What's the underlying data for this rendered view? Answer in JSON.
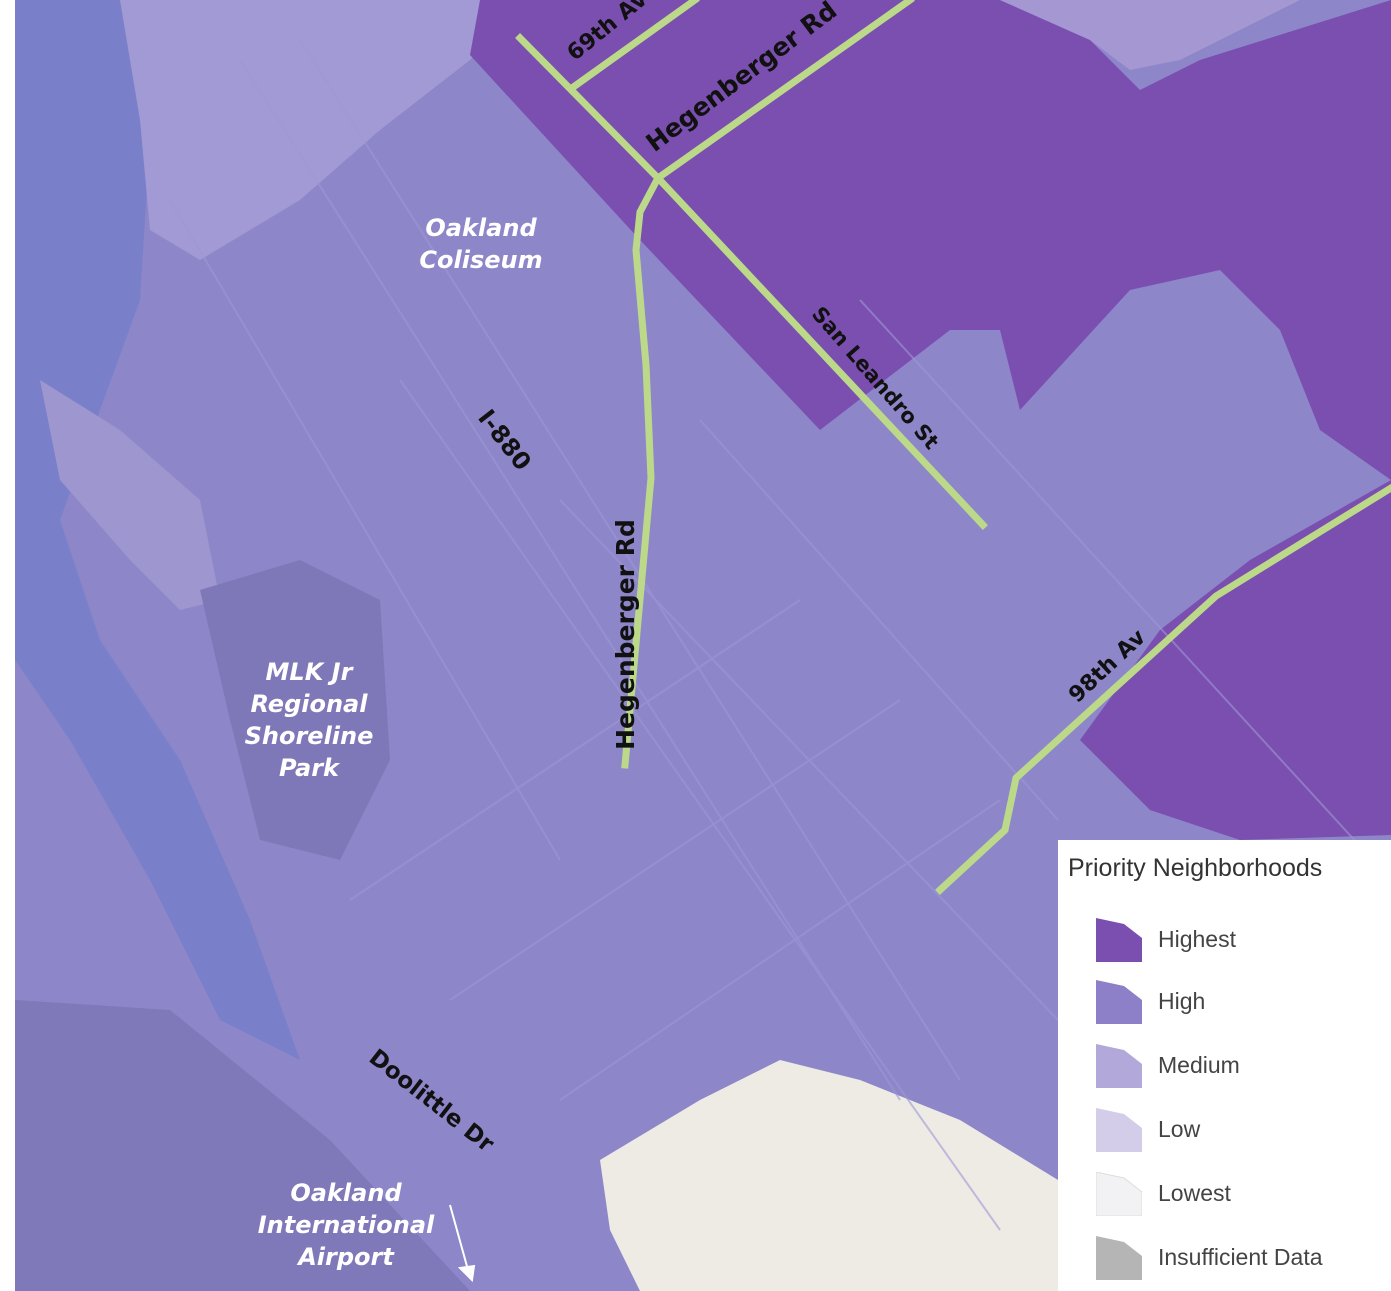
{
  "map": {
    "roads": {
      "av69": "69th Av",
      "hegenberger_north": "Hegenberger Rd",
      "hegenberger_south": "Hegenberger Rd",
      "san_leandro": "San Leandro St",
      "i880": "I-880",
      "av98": "98th Av",
      "doolittle": "Doolittle Dr"
    },
    "places": {
      "coliseum": [
        "Oakland",
        "Coliseum"
      ],
      "shoreline": [
        "MLK Jr",
        "Regional",
        "Shoreline",
        "Park"
      ],
      "airport": [
        "Oakland",
        "International",
        "Airport"
      ]
    },
    "colors": {
      "highest": "#7a4fb0",
      "high": "#8e80c8",
      "medium": "#a59ad3",
      "low": "#c9c2e4",
      "lowest": "#eeeef3",
      "insufficient": "#b7b7b7",
      "water": "#7b7dc7",
      "road": "#bcd98a"
    }
  },
  "legend": {
    "title": "Priority Neighborhoods",
    "items": [
      {
        "label": "Highest",
        "color": "#7a4fb0"
      },
      {
        "label": "High",
        "color": "#8e80c8"
      },
      {
        "label": "Medium",
        "color": "#b3a8da"
      },
      {
        "label": "Low",
        "color": "#d3cdea"
      },
      {
        "label": "Lowest",
        "color": "#f2f2f5"
      },
      {
        "label": "Insufficient Data",
        "color": "#b5b5b5"
      }
    ]
  }
}
